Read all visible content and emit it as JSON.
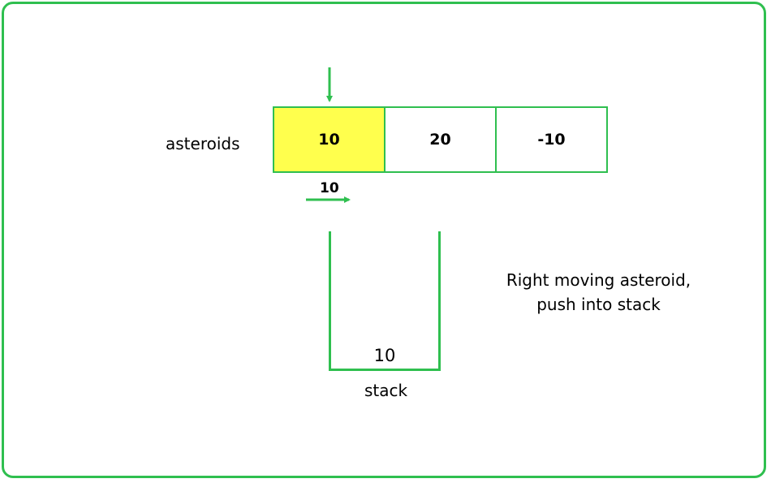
{
  "diagram": {
    "array_label": "asteroids",
    "cells": [
      {
        "value": "10",
        "highlighted": true
      },
      {
        "value": "20",
        "highlighted": false
      },
      {
        "value": "-10",
        "highlighted": false
      }
    ],
    "moving_value": "10",
    "stack_items": [
      "10"
    ],
    "stack_label": "stack",
    "explanation_lines": [
      "Right moving asteroid,",
      "push into stack"
    ],
    "colors": {
      "accent": "#2fbf4f",
      "highlight": "#ffff4d"
    }
  }
}
